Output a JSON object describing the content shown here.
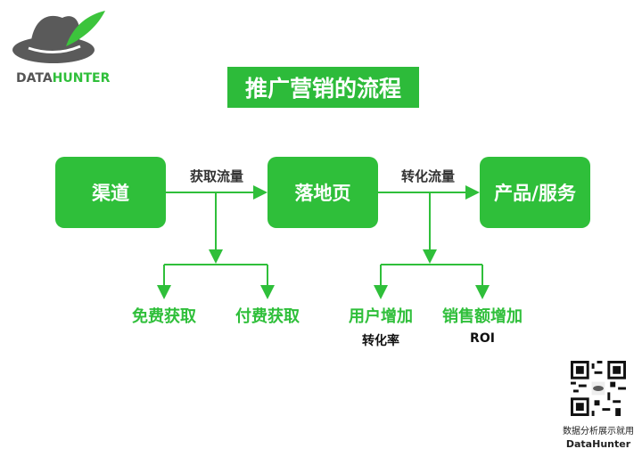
{
  "logo": {
    "brand_part1": "DATA",
    "brand_part2": "HUNTER"
  },
  "title": "推广营销的流程",
  "nodes": [
    "渠道",
    "落地页",
    "产品/服务"
  ],
  "edges": [
    "获取流量",
    "转化流量"
  ],
  "branches": {
    "left": [
      "免费获取",
      "付费获取"
    ],
    "right": [
      "用户增加",
      "销售额增加"
    ],
    "right_metrics": [
      "转化率",
      "ROI"
    ]
  },
  "footer": {
    "line1": "数据分析展示就用",
    "line2": "DataHunter"
  },
  "colors": {
    "accent": "#2fbf3a",
    "gray": "#5a5a5a"
  }
}
